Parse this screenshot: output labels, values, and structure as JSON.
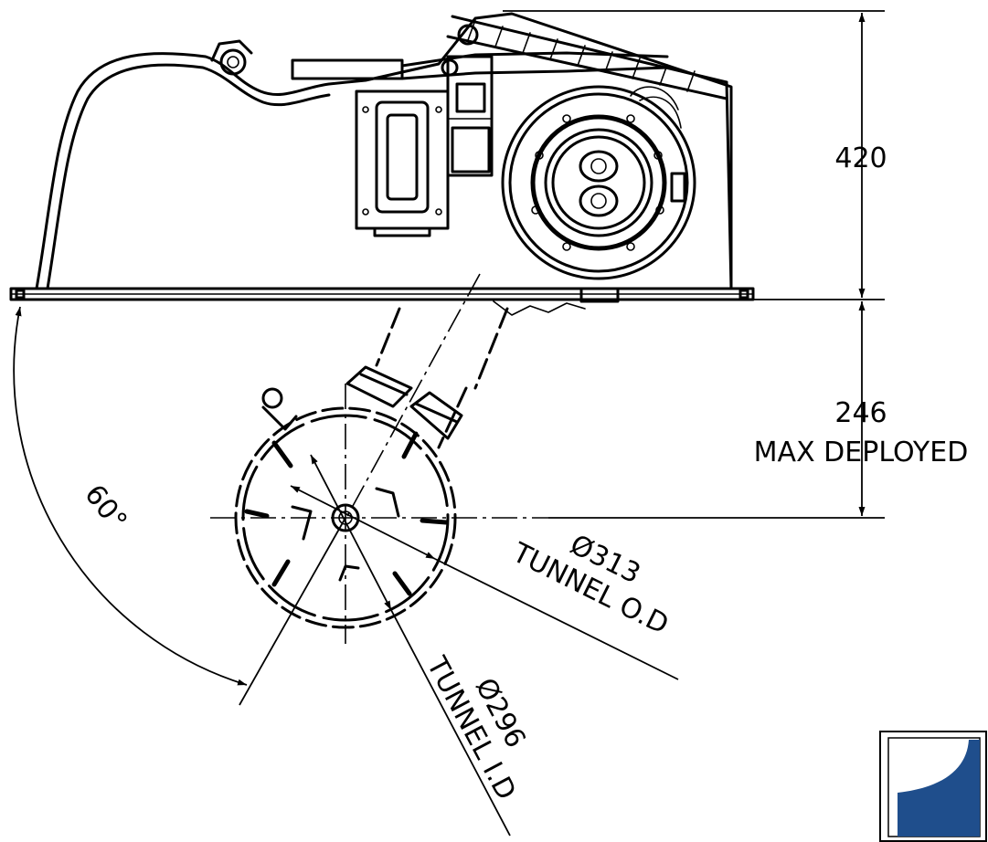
{
  "dimensions": {
    "height_top": "420",
    "height_deployed_value": "246",
    "height_deployed_label": "MAX DEPLOYED",
    "angle": "60°",
    "outer_diameter_value": "Ø313",
    "outer_diameter_label": "TUNNEL O.D",
    "inner_diameter_value": "Ø296",
    "inner_diameter_label": "TUNNEL I.D"
  },
  "logo": {
    "icon": "company-logo-icon",
    "colors": {
      "primary": "#1f4e8c",
      "background": "#ffffff",
      "outline": "#000000"
    }
  }
}
